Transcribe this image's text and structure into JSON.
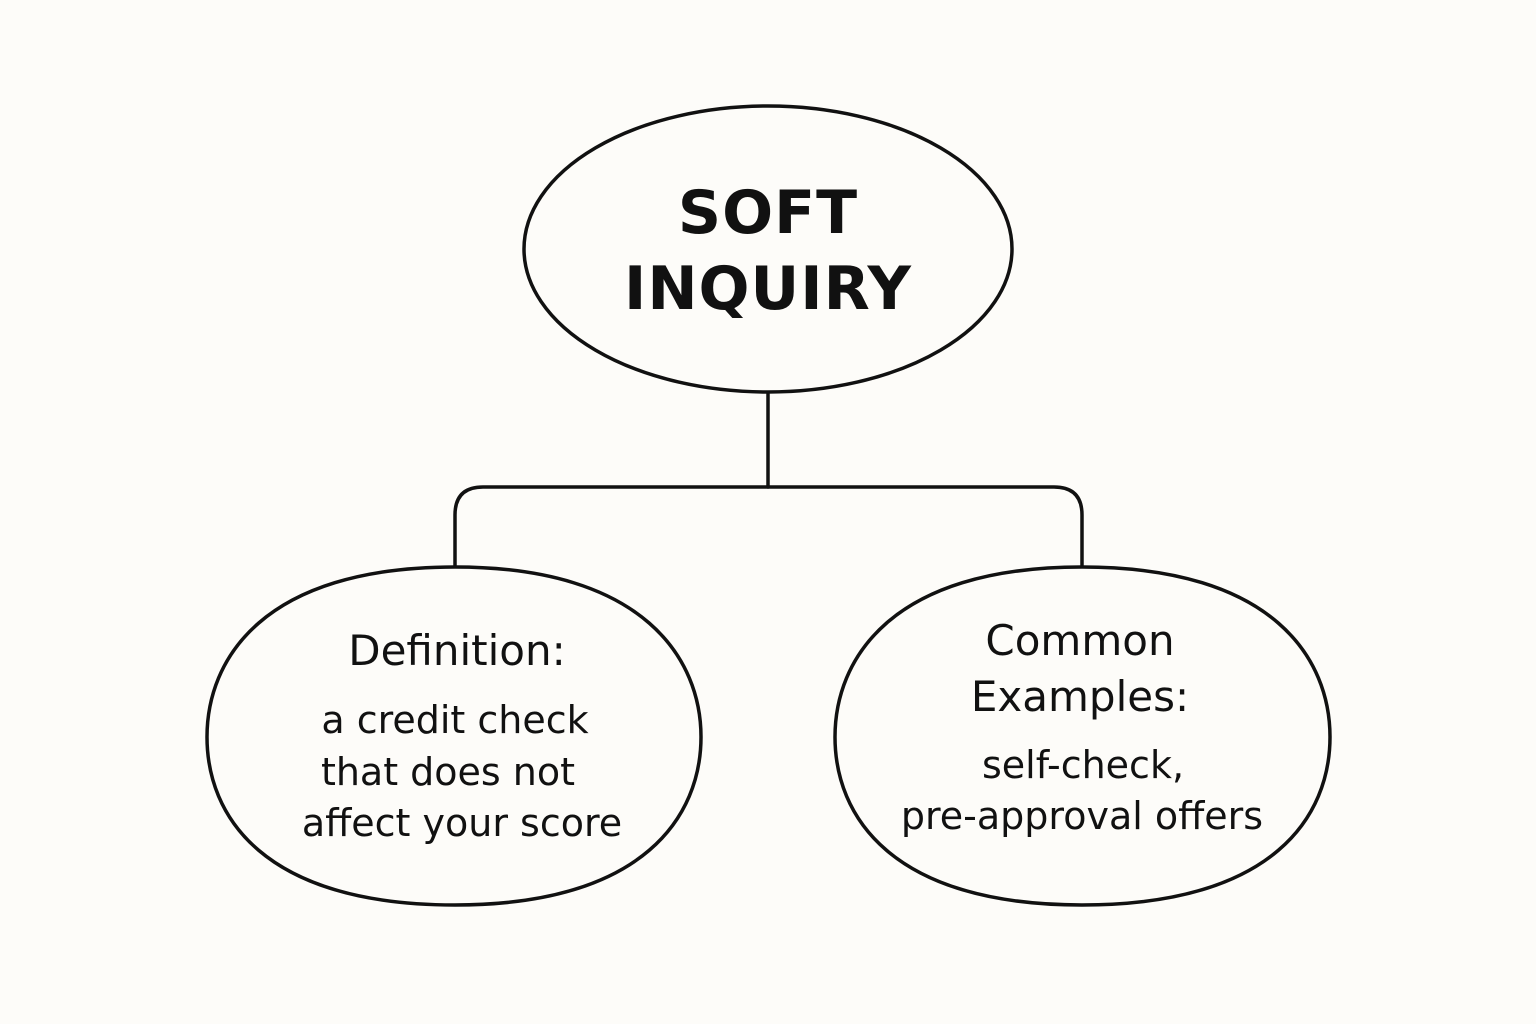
{
  "root": {
    "line1": "SOFT",
    "line2": "INQUIRY"
  },
  "definition": {
    "heading": "Definition:",
    "line1": "a credit check",
    "line2": "that does not",
    "line3": "affect your score"
  },
  "examples": {
    "heading_line1": "Common",
    "heading_line2": "Examples:",
    "line1": "self-check,",
    "line2": "pre-approval offers"
  },
  "colors": {
    "stroke": "#111111",
    "background": "#fdfcf9"
  }
}
